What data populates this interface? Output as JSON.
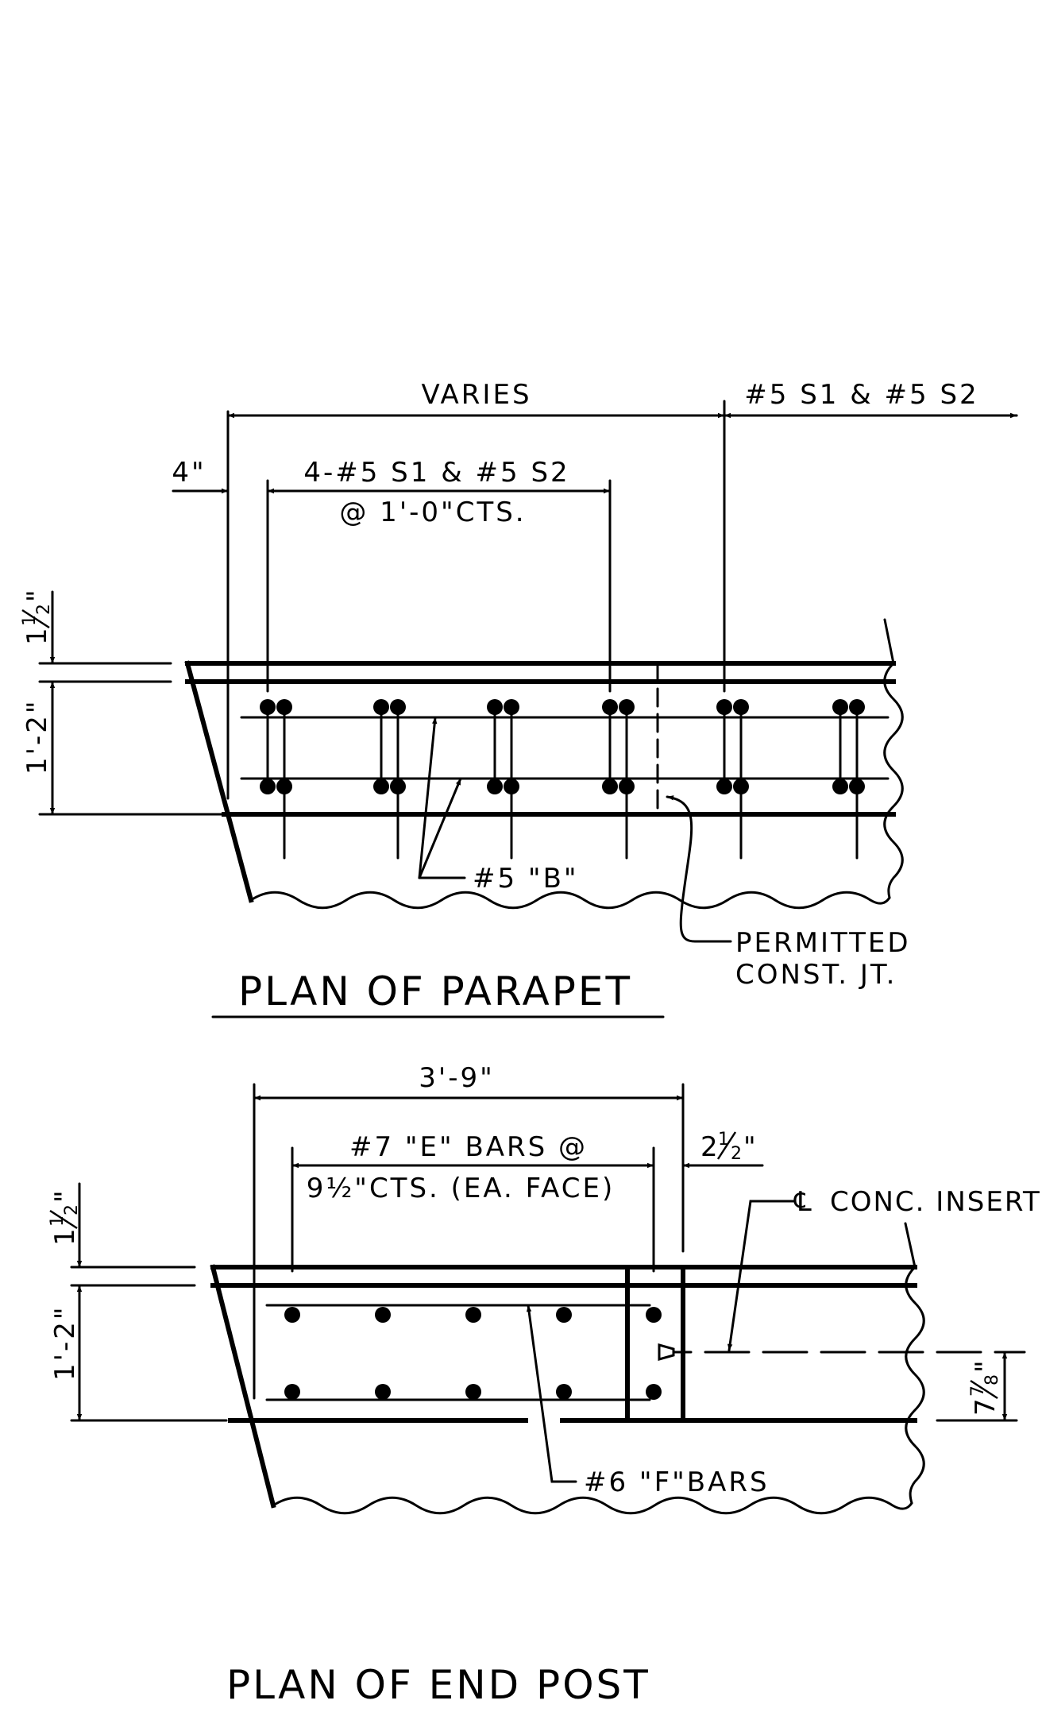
{
  "parapet": {
    "title": "PLAN OF PARAPET",
    "varies": "VARIES",
    "s_bars_right": "#5 S1 & #5 S2",
    "four_in": "4\"",
    "s_bars_count": "4-#5 S1 & #5 S2",
    "s_bars_spacing": "@ 1'-0\"CTS.",
    "dim_top_whole": "1",
    "dim_top_num": "1",
    "dim_top_den": "2",
    "dim_top_unit": "\"",
    "dim_height": "1'-2\"",
    "b_bars": "#5 \"B\"",
    "joint_line1": "PERMITTED",
    "joint_line2": "CONST. JT."
  },
  "end_post": {
    "title": "PLAN OF END POST",
    "overall": "3'-9\"",
    "e_bars_line1": "#7 \"E\" BARS @",
    "e_bars_line2": "9½\"CTS. (EA. FACE)",
    "edge_whole": "2",
    "edge_num": "1",
    "edge_den": "2",
    "edge_unit": "\"",
    "centerline_symbol": "℄",
    "inserts": "CONC. INSERTS",
    "dim_top_whole": "1",
    "dim_top_num": "1",
    "dim_top_den": "2",
    "dim_top_unit": "\"",
    "dim_height": "1'-2\"",
    "insert_whole": "7",
    "insert_num": "7",
    "insert_den": "8",
    "insert_unit": "\"",
    "f_bars": "#6 \"F\"BARS"
  }
}
